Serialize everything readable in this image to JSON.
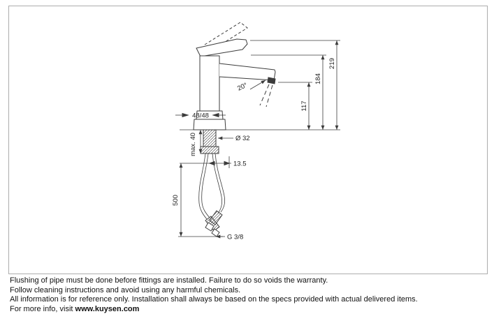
{
  "page": {
    "background": "#ffffff",
    "frame_border_color": "#adadad",
    "line_color": "#3c3c3c"
  },
  "diagram": {
    "title": "basin-mixer-technical-drawing",
    "dimensions": {
      "handle_width": "48/48",
      "shank_diameter": "Ø 32",
      "deck_thickness": "max. 40",
      "hose_offset": "13.5",
      "hose_length": "500",
      "connection_thread": "G 3/8",
      "spout_height": "117",
      "aerator_height": "184",
      "total_height": "219",
      "spout_angle": "20°"
    }
  },
  "footer": {
    "line1": "Flushing of pipe must be done before fittings are installed. Failure to do so voids the warranty.",
    "line2": "Follow cleaning instructions and avoid using any harmful chemicals.",
    "line3": "All information is for reference only. Installation shall always be based on the specs provided with actual delivered items.",
    "line4_prefix": "For more info, visit ",
    "line4_link": "www.kuysen.com"
  }
}
